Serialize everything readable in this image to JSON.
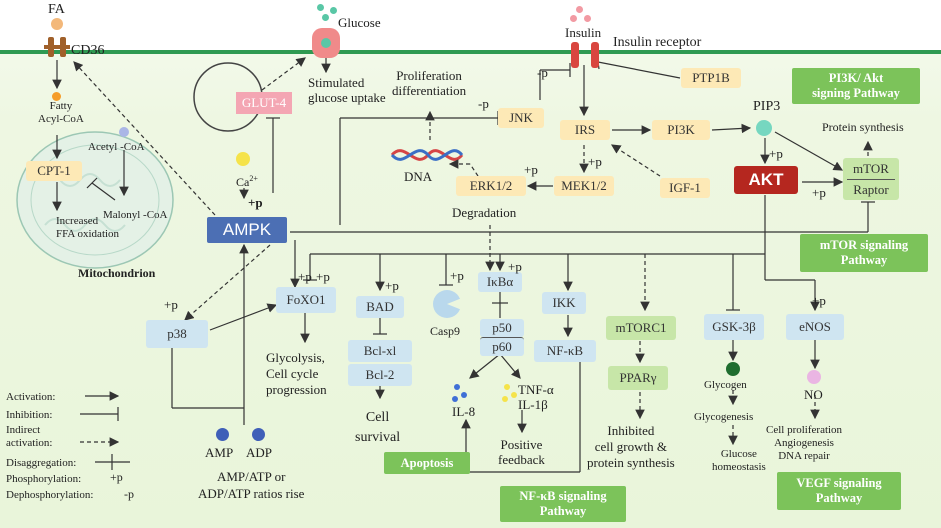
{
  "labels": {
    "fa": "FA",
    "cd36": "CD36",
    "glucose": "Glucose",
    "insulin": "Insulin",
    "insulin_receptor": "Insulin receptor",
    "ptp1b": "PTP1B",
    "glut4": "GLUT-4",
    "stimulated_uptake": "Stimulated\nglucose uptake",
    "fatty_acyl_coa": "Fatty\nAcyl-CoA",
    "acetyl_coa": "Acetyl -CoA",
    "cpt1": "CPT-1",
    "malonyl_coa": "Malonyl -CoA",
    "increased_ffa": "Increased\nFFA oxidation",
    "mitochondrion": "Mitochondrion",
    "ca": "Ca",
    "ca_sup": "2+",
    "ampk": "AMPK",
    "prolif_diff": "Proliferation\ndifferentiation",
    "dna": "DNA",
    "jnk": "JNK",
    "irs": "IRS",
    "pi3k": "PI3K",
    "pip3": "PIP3",
    "protein_synthesis": "Protein synthesis",
    "mek": "MEK1/2",
    "erk": "ERK1/2",
    "igf": "IGF-1",
    "akt": "AKT",
    "mtor": "mTOR",
    "raptor": "Raptor",
    "degradation": "Degradation",
    "pi3k_pathway": "PI3K/ Akt\nsigning Pathway",
    "mtor_pathway": "mTOR signaling\nPathway",
    "p38": "p38",
    "foxo1": "FoXO1",
    "bad": "BAD",
    "bclxl": "Bcl-xl",
    "bcl2": "Bcl-2",
    "casp9": "Casp9",
    "ikba": "IκBα",
    "p50": "p50",
    "p60": "p60",
    "ikk": "IKK",
    "nfkb": "NF-κB",
    "mtorc1": "mTORC1",
    "ppar": "PPARγ",
    "gsk": "GSK-3β",
    "enos": "eNOS",
    "glycolysis": "Glycolysis,\nCell cycle\nprogression",
    "cell_survival": "Cell\nsurvival",
    "apoptosis": "Apoptosis",
    "il8": "IL-8",
    "tnf": "TNF-α\nIL-1β",
    "positive_feedback": "Positive\nfeedback",
    "inhibited_growth": "Inhibited\ncell growth &\nprotein synthesis",
    "glycogen": "Glycogen",
    "glycogenesis": "Glycogenesis",
    "glucose_homeostasis": "Glucose\nhomeostasis",
    "no": "NO",
    "cell_prolif": "Cell proliferation\nAngiogenesis\nDNA repair",
    "vegf_pathway": "VEGF signaling\nPathway",
    "nfkb_pathway": "NF-κB signaling\nPathway",
    "amp": "AMP",
    "adp": "ADP",
    "amp_atp": "AMP/ATP or\nADP/ATP ratios rise",
    "p_plus": "+p",
    "p_minus": "-p"
  },
  "legend": {
    "activation": "Activation:",
    "inhibition": "Inhibition:",
    "indirect": "Indirect\nactivation:",
    "disaggregation": "Disaggregation:",
    "phosphorylation": "Phosphorylation:",
    "phos_sym": "+p",
    "dephosphorylation": "Dephosphorylation:",
    "dephos_sym": "-p"
  },
  "colors": {
    "membrane": "#2f9a52",
    "yellow_box": "#fde9b6",
    "blue_box": "#cfe5f1",
    "ampk": "#4c6fb4",
    "akt": "#b5271f",
    "glut4": "#f4a6b3",
    "pathway_label": "#7cc35a"
  }
}
